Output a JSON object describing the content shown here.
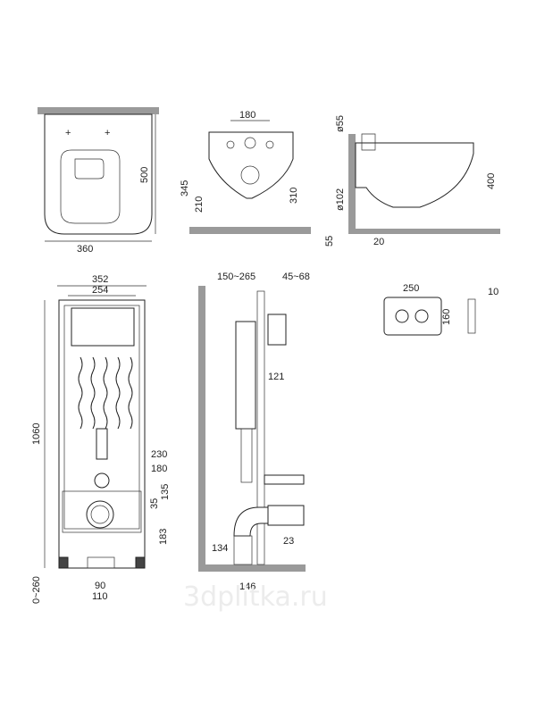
{
  "watermark": "3dplitka.ru",
  "bowl_top_view": {
    "width": "360",
    "height": "500"
  },
  "bowl_rear_view": {
    "hole_spacing": "180",
    "outlet_height": "345",
    "outlet_low": "210",
    "mount_height": "310"
  },
  "bowl_side_view": {
    "d_inlet": "ø55",
    "d_outlet": "ø102",
    "height": "400",
    "gap": "55",
    "wall_offset": "20"
  },
  "frame_front": {
    "width_outer": "352",
    "width_inner": "254",
    "height": "1060",
    "dim_230": "230",
    "dim_180": "180",
    "dim_35": "35",
    "dim_135": "135",
    "dim_183": "183",
    "foot_range": "0~260",
    "leg_90": "90",
    "leg_110": "110"
  },
  "frame_side": {
    "range_1": "150~265",
    "range_2": "45~68",
    "dim_121": "121",
    "dim_134": "134",
    "dim_23": "23",
    "dim_146": "146"
  },
  "flush_plate": {
    "width": "250",
    "height": "160",
    "depth": "10"
  }
}
